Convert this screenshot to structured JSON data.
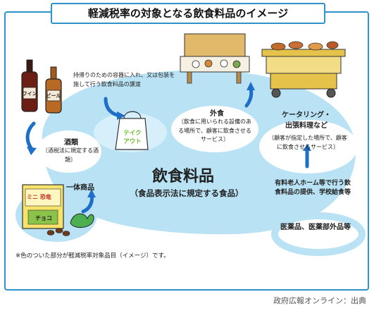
{
  "title": "軽減税率の対象となる飲食料品のイメージ",
  "main": {
    "label": "飲食料品",
    "sublabel": "（食品表示法に規定する食品）"
  },
  "takeout": {
    "description": "持帰りのための容器に入れ、又は包装を施して行う飲食料品の譲渡",
    "bag_label_1": "テイク",
    "bag_label_2": "アウト"
  },
  "dine_in": {
    "label": "外食",
    "description": "〔飲食に用いられる設備のある場所で、顧客に飲食させるサービス〕"
  },
  "catering": {
    "label_1": "ケータリング・",
    "label_2": "出張料理など",
    "description": "〔顧客が指定した場所で、顧客に飲食させるサービス〕"
  },
  "liquor": {
    "label": "酒類",
    "description": "〔酒税法に規定する酒類〕",
    "bottle_1": "ワイン",
    "bottle_2": "ビール"
  },
  "general": {
    "label": "一体商品",
    "snack_1": "ミニ 恐竜",
    "snack_2": "チョコ"
  },
  "elderly": {
    "description": "有料老人ホーム等で行う飲食料品の提供、学校給食等"
  },
  "drugs": {
    "description": "医薬品、医薬部外品等"
  },
  "footnote": "※色のついた部分が軽減税率対象品目（イメージ）です。",
  "source": "政府広報オンライン：出典",
  "colors": {
    "frame": "#2f93c9",
    "ellipse": "#b9e3f5",
    "arrow": "#1f6fc9"
  }
}
